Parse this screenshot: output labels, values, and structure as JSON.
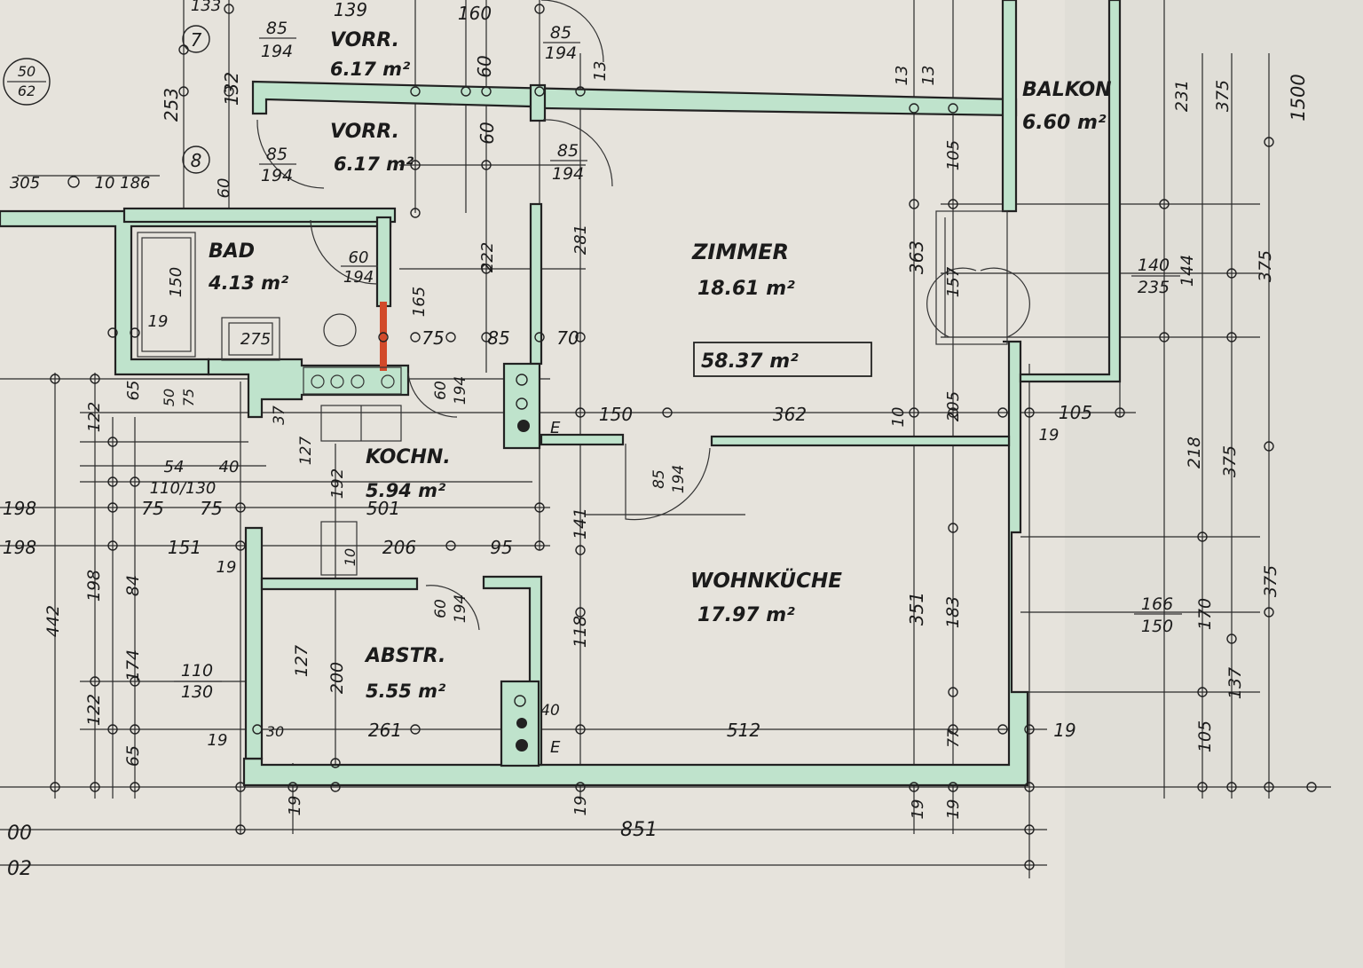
{
  "rooms": {
    "vorr_top": {
      "name": "VORR.",
      "area": "6.17 m²"
    },
    "vorr_mid": {
      "name": "VORR.",
      "area": "6.17 m²"
    },
    "bad": {
      "name": "BAD",
      "area": "4.13 m²"
    },
    "zimmer": {
      "name": "ZIMMER",
      "area": "18.61 m²"
    },
    "balkon": {
      "name": "BALKON",
      "area": "6.60 m²"
    },
    "kochn": {
      "name": "KOCHN.",
      "area": "5.94 m²"
    },
    "wohnkueche": {
      "name": "WOHNKÜCHE",
      "area": "17.97 m²"
    },
    "abstr": {
      "name": "ABSTR.",
      "area": "5.55 m²"
    }
  },
  "total_area": "58.37 m²",
  "markers": {
    "seven": "7",
    "eight": "8",
    "e1": "E",
    "e2": "E"
  },
  "badge": {
    "top": "50",
    "bottom": "62"
  },
  "doors": {
    "d1": {
      "w": "85",
      "h": "194"
    },
    "d2": {
      "w": "85",
      "h": "194"
    },
    "d3": {
      "w": "85",
      "h": "194"
    },
    "d4": {
      "w": "85",
      "h": "194"
    },
    "d5": {
      "w": "60",
      "h": "194"
    },
    "d6": {
      "w": "60",
      "h": "194"
    },
    "d7": {
      "w": "85",
      "h": "194"
    },
    "d8": {
      "w": "60",
      "h": "194"
    },
    "d9": {
      "w": "140",
      "h": "235"
    },
    "d10": {
      "w": "166",
      "h": "150"
    },
    "d11": {
      "w": "110",
      "h": "130"
    },
    "d12": {
      "w": "110",
      "h": "130"
    }
  },
  "dims": {
    "top_139": "139",
    "top_160": "160",
    "top_133": "133",
    "v253": "253",
    "v132": "132",
    "v13a": "13",
    "v13b": "13",
    "v13c": "13",
    "v60a": "60",
    "v60b": "60",
    "v60c": "60",
    "h10_186": "10 186",
    "h305": "305",
    "v150": "150",
    "v19a": "19",
    "v275": "275",
    "v165": "165",
    "v222": "222",
    "v281": "281",
    "h75": "75",
    "h85": "85",
    "h70": "70",
    "h150": "150",
    "h362": "362",
    "h10": "10",
    "v205": "205",
    "v363": "363",
    "v157": "157",
    "v105a": "105",
    "h105": "105",
    "h19a": "19",
    "v231": "231",
    "v375a": "375",
    "v1500": "1500",
    "v375b": "375",
    "v144": "144",
    "v218": "218",
    "v375c": "375",
    "v375d": "375",
    "v170": "170",
    "v137": "137",
    "v105b": "105",
    "v122a": "122",
    "v65a": "65",
    "v50": "50",
    "v75": "75",
    "v37": "37",
    "v127a": "127",
    "v192": "192",
    "h501": "501",
    "h54": "54",
    "h40": "40",
    "h110_130": "110/130",
    "h75_2a": "75",
    "h75_2b": "75",
    "h198a": "198",
    "h198b": "198",
    "h151": "151",
    "h19b": "19",
    "h206": "206",
    "h95": "95",
    "v141": "141",
    "v118": "118",
    "v351": "351",
    "v183": "183",
    "v442": "442",
    "v198": "198",
    "v84": "84",
    "v174": "174",
    "v122b": "122",
    "v65b": "65",
    "v127b": "127",
    "v200": "200",
    "h261": "261",
    "h512": "512",
    "h19c": "19",
    "v40": "40",
    "v30": "30",
    "h19d": "19",
    "v19b": "19",
    "v19c": "19",
    "v19d": "19",
    "v19e": "19",
    "v77": "77",
    "h851": "851",
    "h00": "00",
    "h02": "02",
    "v10c": "10"
  }
}
